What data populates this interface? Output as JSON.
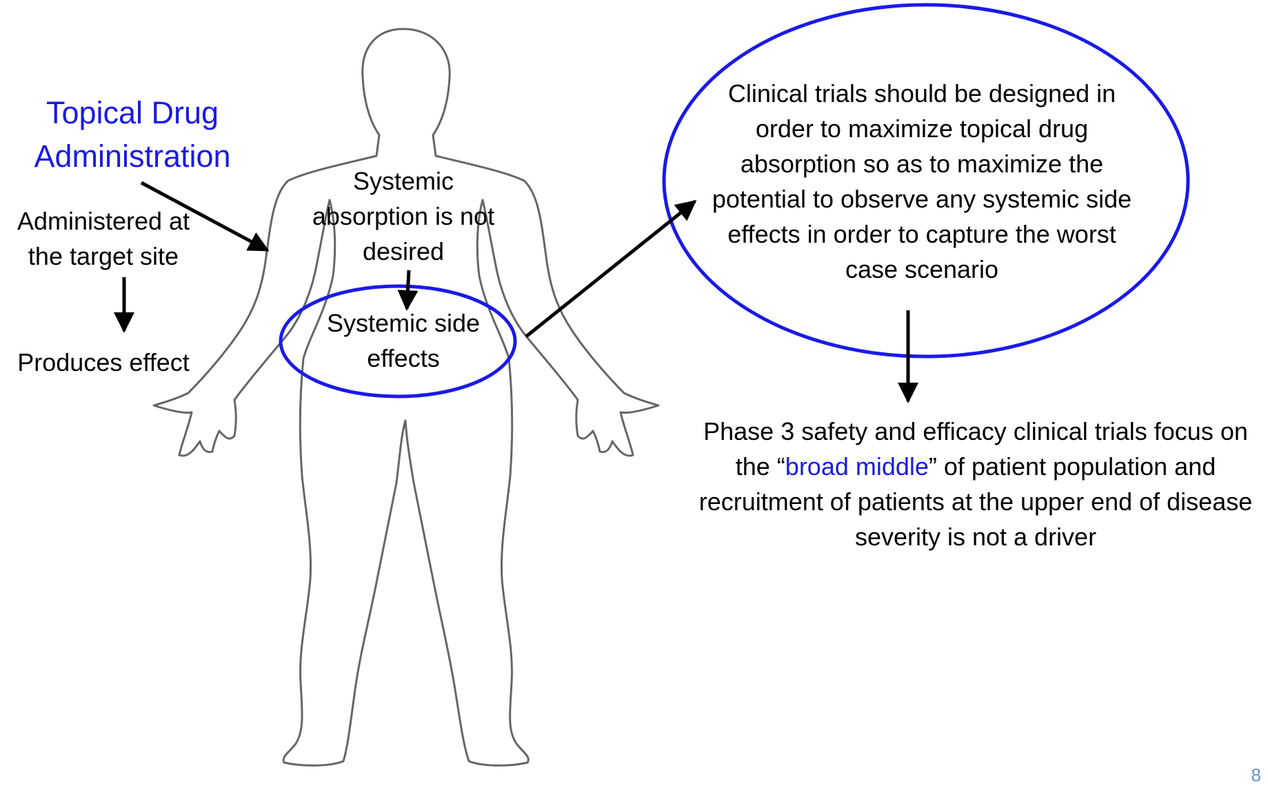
{
  "left": {
    "title": "Topical Drug Administration",
    "administered": "Administered at the target site",
    "produces": "Produces effect"
  },
  "center": {
    "absorption": "Systemic absorption is not desired",
    "side_effects": "Systemic side effects"
  },
  "right": {
    "trials_design": "Clinical trials should be designed in order to maximize topical drug absorption  so as to maximize the potential to observe any systemic side effects in order to capture the worst case scenario",
    "phase3_before": "Phase 3 safety and efficacy clinical trials focus on the “",
    "phase3_highlight": "broad middle",
    "phase3_after": "” of patient population and recruitment of patients at the upper end of disease severity is not a driver"
  },
  "page_number": "8",
  "colors": {
    "accent": "#1a1ae6",
    "outline": "#666666",
    "page_number": "#6b8fc7"
  }
}
